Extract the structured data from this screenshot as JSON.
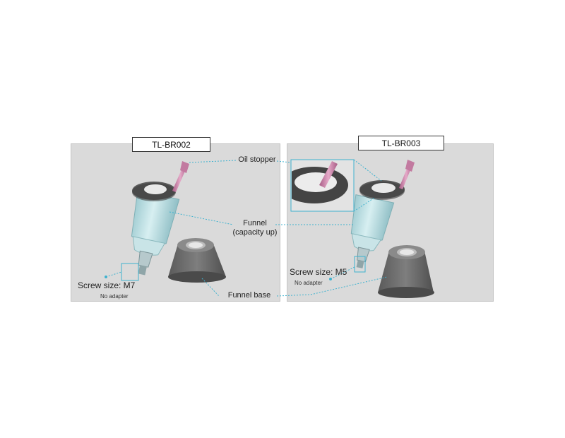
{
  "models": {
    "left": {
      "name": "TL-BR002",
      "screw_size": "Screw size: M7",
      "adapter_note": "No adapter"
    },
    "right": {
      "name": "TL-BR003",
      "screw_size": "Screw size: M5",
      "adapter_note": "No adapter"
    }
  },
  "callouts": {
    "oil_stopper": "Oil stopper",
    "funnel_line1": "Funnel",
    "funnel_line2": "(capacity up)",
    "funnel_base": "Funnel base"
  },
  "colors": {
    "panel": "#dadada",
    "leader_line": "#3fb2cf",
    "stopper": "#555555",
    "funnel_glass": "#b9dde1",
    "rod": "#c87aa3",
    "base": "#6a6a6a"
  }
}
